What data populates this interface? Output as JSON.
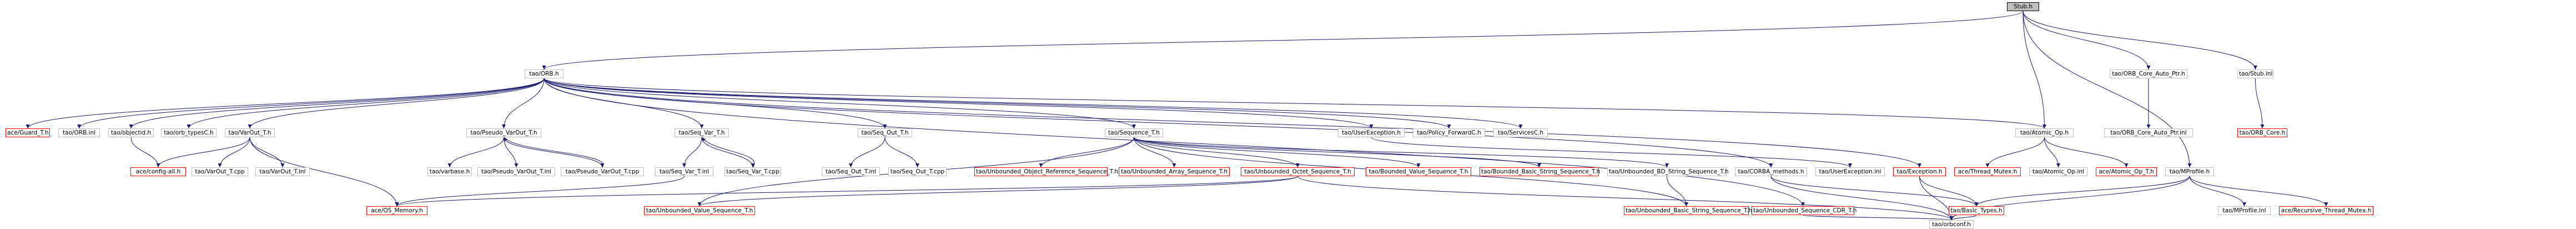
{
  "colors": {
    "edge": "#191970",
    "missing_border": "#ff0000",
    "node_border": "#bfbfbf",
    "root_fill": "#bfbfbf"
  },
  "nodes": [
    {
      "id": "stub",
      "label": "Stub.h",
      "kind": "root"
    },
    {
      "id": "orb",
      "label": "tao/ORB.h",
      "kind": "normal"
    },
    {
      "id": "orb_core_auto",
      "label": "tao/ORB_Core_Auto_Ptr.h",
      "kind": "normal"
    },
    {
      "id": "stub_i",
      "label": "tao/Stub.inl",
      "kind": "normal"
    },
    {
      "id": "guard",
      "label": "ace/Guard_T.h",
      "kind": "missing"
    },
    {
      "id": "orb_inl",
      "label": "tao/ORB.inl",
      "kind": "normal"
    },
    {
      "id": "objectid",
      "label": "tao/objectid.h",
      "kind": "normal"
    },
    {
      "id": "orb_typesc",
      "label": "tao/orb_typesC.h",
      "kind": "normal"
    },
    {
      "id": "varout",
      "label": "tao/VarOut_T.h",
      "kind": "normal"
    },
    {
      "id": "pseudo_varout",
      "label": "tao/Pseudo_VarOut_T.h",
      "kind": "normal"
    },
    {
      "id": "seq_var",
      "label": "tao/Seq_Var_T.h",
      "kind": "normal"
    },
    {
      "id": "seq_out",
      "label": "tao/Seq_Out_T.h",
      "kind": "normal"
    },
    {
      "id": "sequence",
      "label": "tao/Sequence_T.h",
      "kind": "normal"
    },
    {
      "id": "userexception",
      "label": "tao/UserException.h",
      "kind": "normal"
    },
    {
      "id": "policy_fwd",
      "label": "tao/Policy_ForwardC.h",
      "kind": "normal"
    },
    {
      "id": "servicesc",
      "label": "tao/ServicesC.h",
      "kind": "normal"
    },
    {
      "id": "atomic_op",
      "label": "tao/Atomic_Op.h",
      "kind": "normal"
    },
    {
      "id": "orb_core_auto_inl",
      "label": "tao/ORB_Core_Auto_Ptr.inl",
      "kind": "normal"
    },
    {
      "id": "orb_core",
      "label": "tao/ORB_Core.h",
      "kind": "missing"
    },
    {
      "id": "config_all",
      "label": "ace/config-all.h",
      "kind": "missing"
    },
    {
      "id": "varout_cpp",
      "label": "tao/VarOut_T.cpp",
      "kind": "normal"
    },
    {
      "id": "varout_inl",
      "label": "tao/VarOut_T.inl",
      "kind": "normal"
    },
    {
      "id": "varbase",
      "label": "tao/varbase.h",
      "kind": "normal"
    },
    {
      "id": "pseudo_varout_inl",
      "label": "tao/Pseudo_VarOut_T.inl",
      "kind": "normal"
    },
    {
      "id": "pseudo_varout_cpp",
      "label": "tao/Pseudo_VarOut_T.cpp",
      "kind": "normal"
    },
    {
      "id": "seq_var_inl",
      "label": "tao/Seq_Var_T.inl",
      "kind": "normal"
    },
    {
      "id": "seq_var_cpp",
      "label": "tao/Seq_Var_T.cpp",
      "kind": "normal"
    },
    {
      "id": "seq_out_inl",
      "label": "tao/Seq_Out_T.inl",
      "kind": "normal"
    },
    {
      "id": "seq_out_cpp",
      "label": "tao/Seq_Out_T.cpp",
      "kind": "normal"
    },
    {
      "id": "unb_objref",
      "label": "tao/Unbounded_Object_Reference_Sequence_T.h",
      "kind": "missing"
    },
    {
      "id": "unb_array",
      "label": "tao/Unbounded_Array_Sequence_T.h",
      "kind": "missing"
    },
    {
      "id": "unb_octet",
      "label": "tao/Unbounded_Octet_Sequence_T.h",
      "kind": "missing"
    },
    {
      "id": "bnd_value",
      "label": "tao/Bounded_Value_Sequence_T.h",
      "kind": "missing"
    },
    {
      "id": "bnd_basic_string",
      "label": "tao/Bounded_Basic_String_Sequence_T.h",
      "kind": "missing"
    },
    {
      "id": "unb_bd_string",
      "label": "tao/Unbounded_BD_String_Sequence_T.h",
      "kind": "normal"
    },
    {
      "id": "corba_methods",
      "label": "tao/CORBA_methods.h",
      "kind": "normal"
    },
    {
      "id": "userexception_inl",
      "label": "tao/UserException.inl",
      "kind": "normal"
    },
    {
      "id": "exception",
      "label": "tao/Exception.h",
      "kind": "missing"
    },
    {
      "id": "thread_mutex",
      "label": "ace/Thread_Mutex.h",
      "kind": "missing"
    },
    {
      "id": "atomic_op_inl",
      "label": "tao/Atomic_Op.inl",
      "kind": "normal"
    },
    {
      "id": "ace_atomic_op",
      "label": "ace/Atomic_Op_T.h",
      "kind": "missing"
    },
    {
      "id": "os_memory",
      "label": "ace/OS_Memory.h",
      "kind": "missing"
    },
    {
      "id": "unb_value",
      "label": "tao/Unbounded_Value_Sequence_T.h",
      "kind": "missing"
    },
    {
      "id": "unb_basic_string",
      "label": "tao/Unbounded_Basic_String_Sequence_T.h",
      "kind": "missing"
    },
    {
      "id": "unb_seq_cdr",
      "label": "tao/Unbounded_Sequence_CDR_T.h",
      "kind": "missing"
    },
    {
      "id": "basic_types",
      "label": "tao/Basic_Types.h",
      "kind": "missing"
    },
    {
      "id": "mprofile",
      "label": "tao/MProfile.h",
      "kind": "normal"
    },
    {
      "id": "mprofile_inl",
      "label": "tao/MProfile.inl",
      "kind": "normal"
    },
    {
      "id": "recursive_mutex",
      "label": "ace/Recursive_Thread_Mutex.h",
      "kind": "missing"
    },
    {
      "id": "orbconf",
      "label": "tao/orbconf.h",
      "kind": "normal"
    }
  ],
  "edges": [
    [
      "stub",
      "orb"
    ],
    [
      "stub",
      "orb_core_auto"
    ],
    [
      "stub",
      "stub_i"
    ],
    [
      "stub",
      "atomic_op"
    ],
    [
      "stub",
      "mprofile"
    ],
    [
      "orb_core_auto",
      "orb_core_auto_inl"
    ],
    [
      "stub_i",
      "orb_core"
    ],
    [
      "orb",
      "guard"
    ],
    [
      "orb",
      "orb_inl"
    ],
    [
      "orb",
      "objectid"
    ],
    [
      "orb",
      "orb_typesc"
    ],
    [
      "orb",
      "varout"
    ],
    [
      "orb",
      "pseudo_varout"
    ],
    [
      "orb",
      "seq_var"
    ],
    [
      "orb",
      "seq_out"
    ],
    [
      "orb",
      "sequence"
    ],
    [
      "orb",
      "userexception"
    ],
    [
      "orb",
      "policy_fwd"
    ],
    [
      "orb",
      "servicesc"
    ],
    [
      "orb",
      "atomic_op"
    ],
    [
      "orb",
      "corba_methods"
    ],
    [
      "orb",
      "exception"
    ],
    [
      "orb",
      "unb_seq_cdr"
    ],
    [
      "objectid",
      "config_all"
    ],
    [
      "varout",
      "varout_cpp"
    ],
    [
      "varout",
      "varout_inl"
    ],
    [
      "varout",
      "config_all"
    ],
    [
      "varout",
      "os_memory"
    ],
    [
      "pseudo_varout",
      "varbase"
    ],
    [
      "pseudo_varout",
      "pseudo_varout_inl"
    ],
    [
      "pseudo_varout",
      "pseudo_varout_cpp"
    ],
    [
      "pseudo_varout_cpp",
      "pseudo_varout"
    ],
    [
      "seq_var",
      "seq_var_inl"
    ],
    [
      "seq_var",
      "seq_var_cpp"
    ],
    [
      "seq_var_cpp",
      "seq_var"
    ],
    [
      "seq_var_inl",
      "os_memory"
    ],
    [
      "seq_out",
      "seq_out_inl"
    ],
    [
      "seq_out",
      "seq_out_cpp"
    ],
    [
      "sequence",
      "unb_objref"
    ],
    [
      "sequence",
      "unb_array"
    ],
    [
      "sequence",
      "unb_octet"
    ],
    [
      "sequence",
      "bnd_value"
    ],
    [
      "sequence",
      "bnd_basic_string"
    ],
    [
      "sequence",
      "unb_bd_string"
    ],
    [
      "sequence",
      "unb_value"
    ],
    [
      "sequence",
      "unb_basic_string"
    ],
    [
      "unb_octet",
      "os_memory"
    ],
    [
      "unb_octet",
      "unb_value"
    ],
    [
      "unb_octet",
      "orbconf"
    ],
    [
      "unb_bd_string",
      "unb_basic_string"
    ],
    [
      "userexception",
      "userexception_inl"
    ],
    [
      "corba_methods",
      "basic_types"
    ],
    [
      "corba_methods",
      "orbconf"
    ],
    [
      "exception",
      "basic_types"
    ],
    [
      "exception",
      "orbconf"
    ],
    [
      "atomic_op",
      "thread_mutex"
    ],
    [
      "atomic_op",
      "atomic_op_inl"
    ],
    [
      "atomic_op",
      "ace_atomic_op"
    ],
    [
      "unb_seq_cdr",
      "orbconf"
    ],
    [
      "mprofile",
      "mprofile_inl"
    ],
    [
      "mprofile",
      "recursive_mutex"
    ],
    [
      "mprofile",
      "basic_types"
    ],
    [
      "mprofile",
      "orbconf"
    ],
    [
      "basic_types",
      "orbconf"
    ]
  ]
}
